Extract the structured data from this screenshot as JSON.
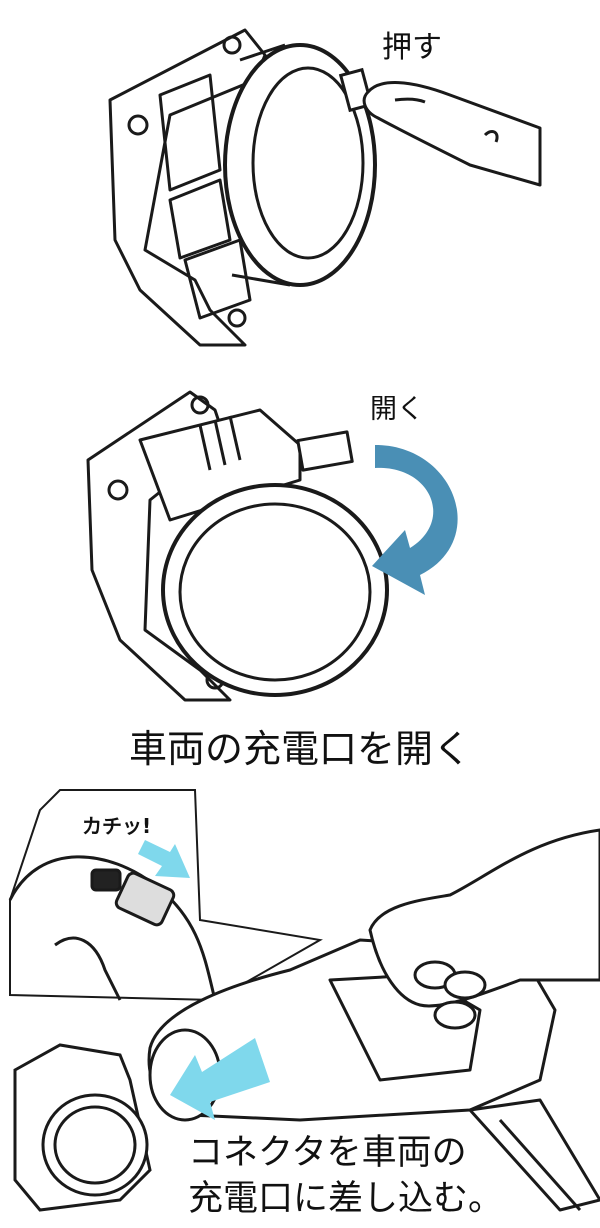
{
  "step1": {
    "label": "押す"
  },
  "step2": {
    "label": "開く"
  },
  "caption_open": "車両の充電口を開く",
  "step3": {
    "callout_label": "カチッ!",
    "caption_line1": "コネクタを車両の",
    "caption_line2": "充電口に差し込む。"
  },
  "colors": {
    "arrow_blue": "#4a8fb5",
    "arrow_light": "#7fd8ec",
    "line": "#1a1a1a"
  },
  "icons": [
    "finger-press-icon",
    "curved-arrow-icon",
    "insert-arrow-icon",
    "click-arrow-icon",
    "hand-icon"
  ]
}
